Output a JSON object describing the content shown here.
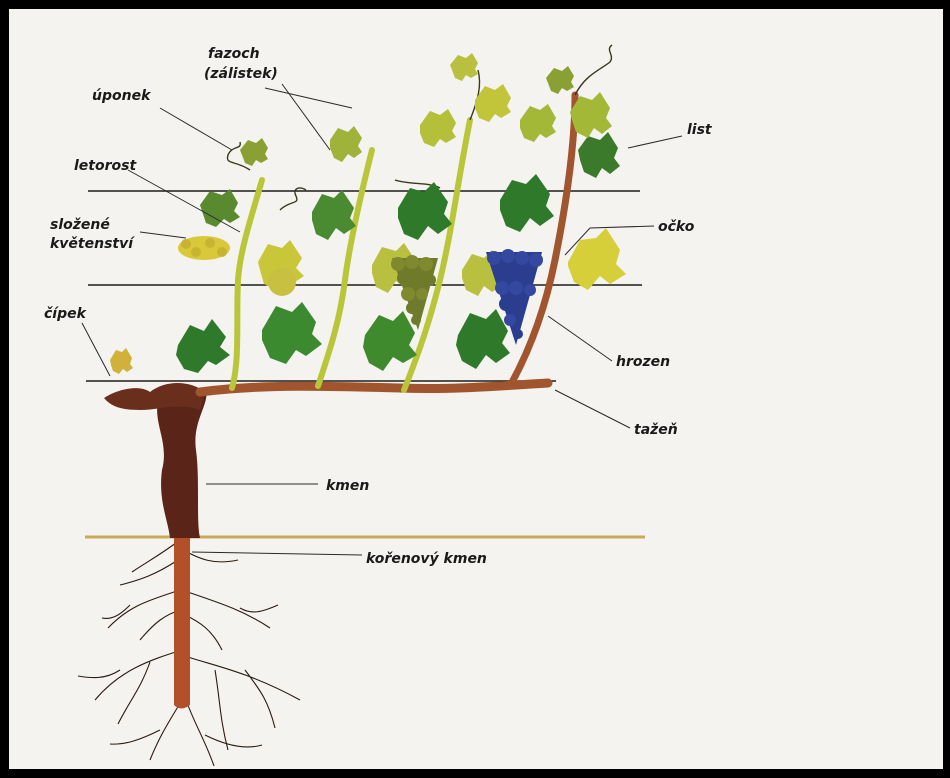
{
  "labels": {
    "fazoch": "fazoch",
    "zalistek": "(zálistek)",
    "uponek": "úponek",
    "list": "list",
    "letorost": "letorost",
    "slozene": "složené",
    "kvetenstvi": "květenství",
    "ocko": "očko",
    "cipek": "čípek",
    "hrozen": "hrozen",
    "tazen": "tažeň",
    "kmen": "kmen",
    "korenovy_kmen": "kořenový kmen"
  },
  "colors": {
    "paper": "#f4f3ef",
    "frame": "#000000",
    "vine_wood": "#a0552e",
    "trunk": "#5a2418",
    "leaf_dark": "#2f7a2a",
    "leaf_yellow": "#d6cf3a",
    "grape_green": "#6f7a2a",
    "grape_blue": "#2a3d8f",
    "flower": "#d9c83a",
    "soil_line": "#c9a85a"
  }
}
